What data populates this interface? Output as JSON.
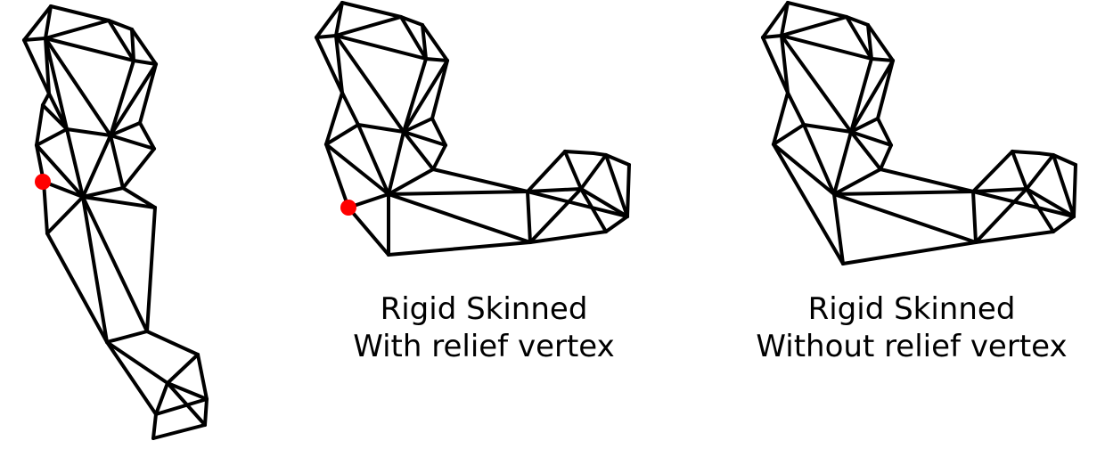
{
  "colors": {
    "edge": "#000000",
    "relief_vertex": "#ff0000",
    "background": "#ffffff"
  },
  "panels": [
    {
      "id": "original",
      "caption_lines": []
    },
    {
      "id": "with-relief",
      "caption_lines": [
        "Rigid Skinned",
        "With relief vertex"
      ]
    },
    {
      "id": "without-relief",
      "caption_lines": [
        "Rigid Skinned",
        "Without relief vertex"
      ]
    }
  ]
}
